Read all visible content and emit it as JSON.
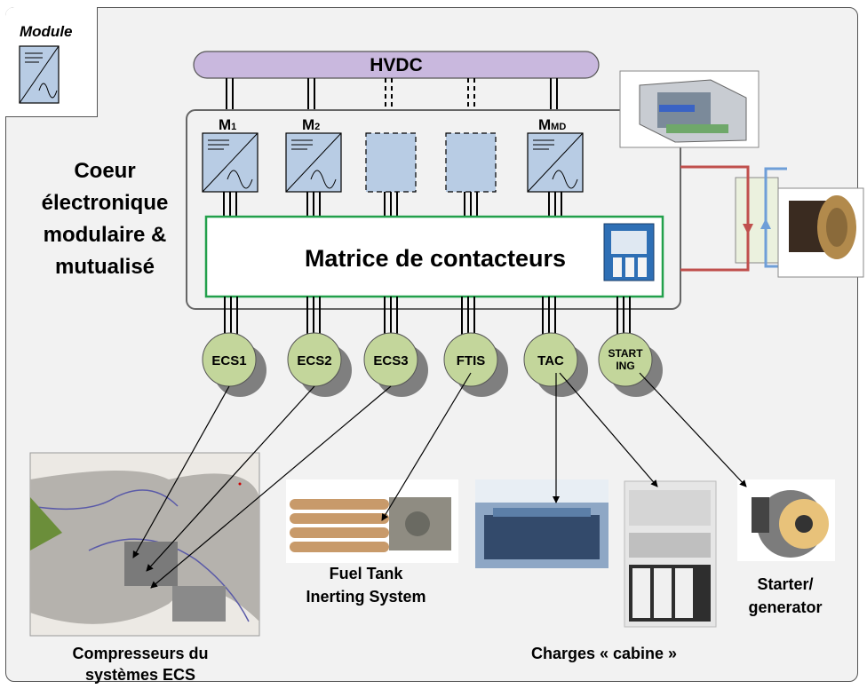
{
  "module": {
    "label": "Module"
  },
  "bus": {
    "label": "HVDC"
  },
  "core": {
    "title_lines": [
      "Coeur",
      "électronique",
      "modulaire &",
      "mutualisé"
    ],
    "matrix_label": "Matrice de contacteurs",
    "modules": [
      {
        "label": "M",
        "sub": "1"
      },
      {
        "label": "M",
        "sub": "2"
      },
      {
        "label": "",
        "sub": ""
      },
      {
        "label": "",
        "sub": ""
      },
      {
        "label": "M",
        "sub": "MD"
      }
    ]
  },
  "loads": [
    {
      "label": "ECS1"
    },
    {
      "label": "ECS2"
    },
    {
      "label": "ECS3"
    },
    {
      "label": "FTIS"
    },
    {
      "label": "TAC"
    },
    {
      "label_line1": "START",
      "label_line2": "ING"
    }
  ],
  "captions": {
    "ecs": [
      "Compresseurs du",
      "systèmes ECS"
    ],
    "ftis": [
      "Fuel Tank",
      "Inerting System"
    ],
    "cabin": "Charges « cabine »",
    "starter": [
      "Starter/",
      "generator"
    ]
  },
  "colors": {
    "bus_fill": "#c9b8de",
    "module_fill": "#b8cce4",
    "node_fill": "#c3d69b",
    "matrix_border": "#22a04b",
    "hot_line": "#c0504d",
    "cold_line": "#6f9fd8"
  }
}
